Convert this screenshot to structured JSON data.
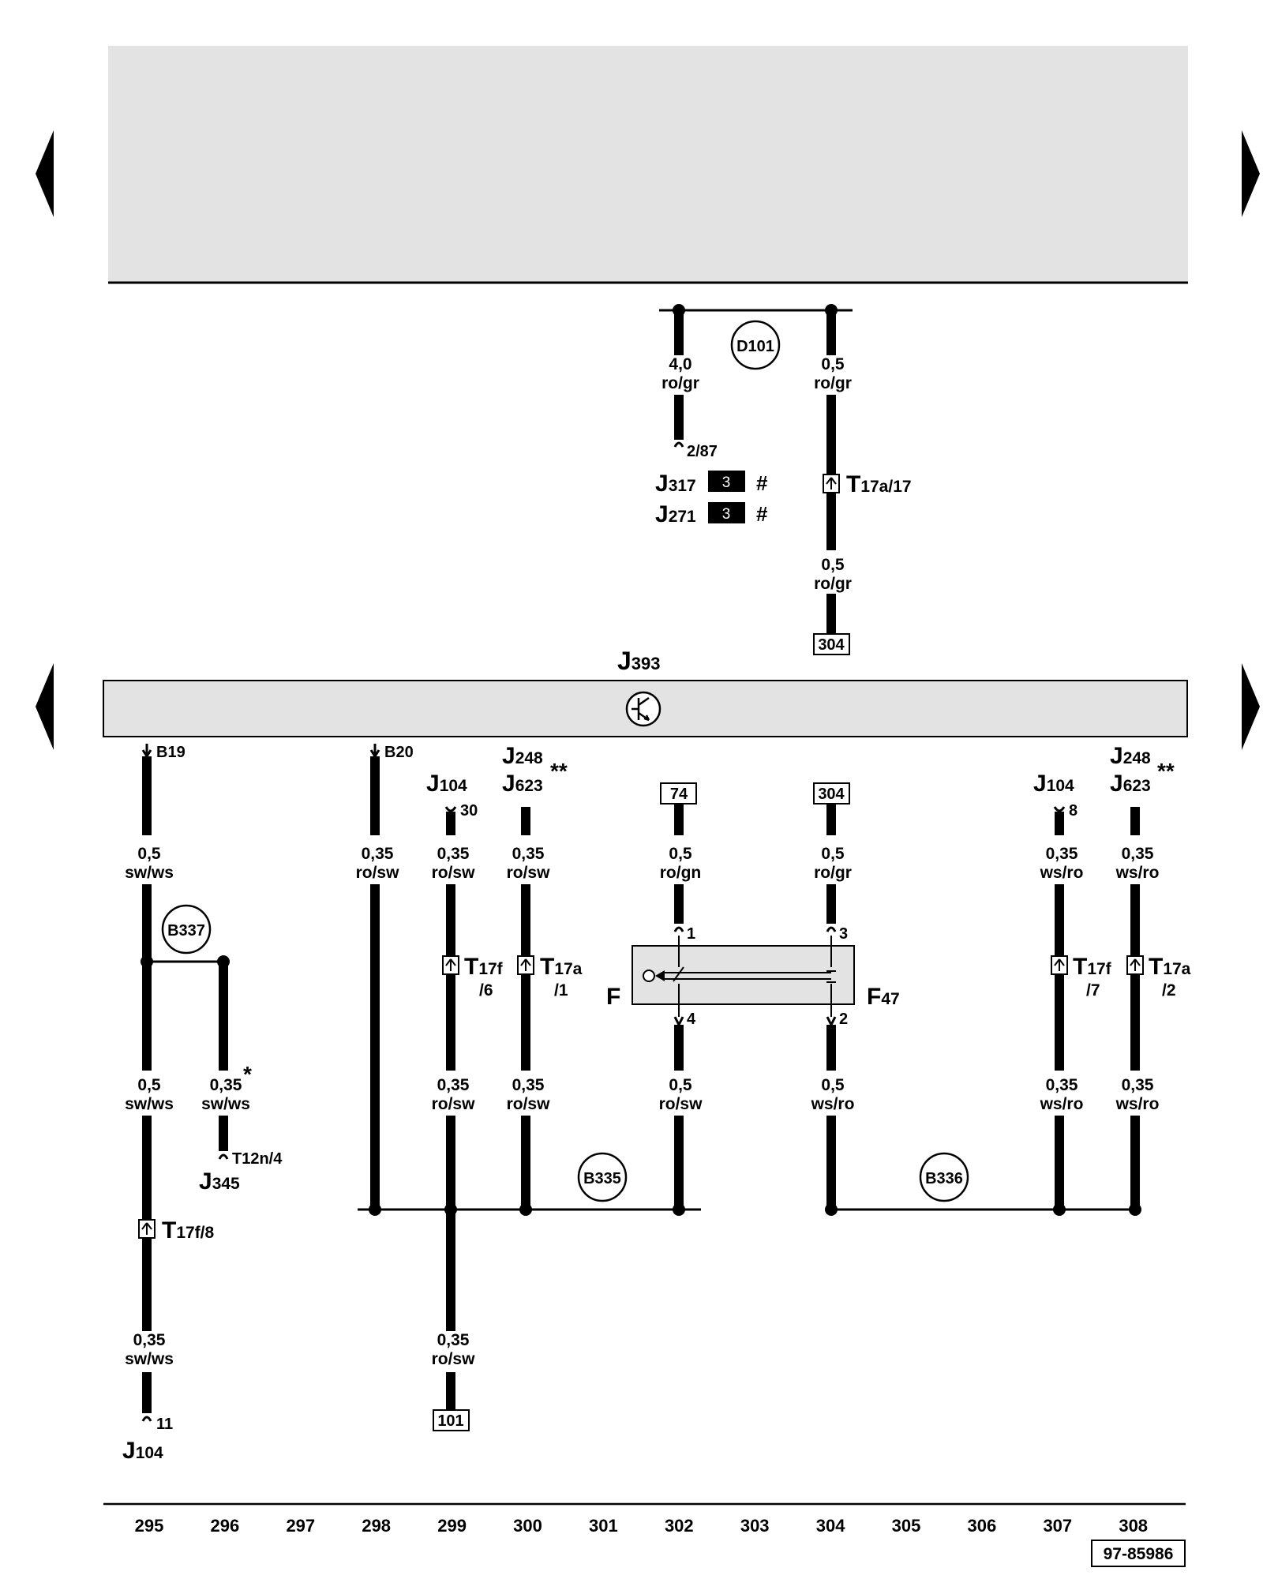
{
  "colors": {
    "panel": "#e3e3e3",
    "ink": "#000000",
    "paper": "#ffffff"
  },
  "navigation": {
    "top_left": "arrow-left-icon",
    "top_right": "arrow-right-icon",
    "mid_left": "arrow-left-icon",
    "mid_right": "arrow-right-icon"
  },
  "diagram_id": "97-85986",
  "control_unit": {
    "main": "J",
    "sub": "393"
  },
  "ground_points": [
    "D101",
    "B337",
    "B335",
    "B336"
  ],
  "components": {
    "j317": {
      "main": "J",
      "sub": "317",
      "badge": "3",
      "mark": "#"
    },
    "j271": {
      "main": "J",
      "sub": "271",
      "badge": "3",
      "mark": "#"
    },
    "j345": {
      "main": "J",
      "sub": "345"
    },
    "j104_bottom": {
      "main": "J",
      "sub": "104"
    },
    "j104_a": {
      "main": "J",
      "sub": "104"
    },
    "j104_b": {
      "main": "J",
      "sub": "104"
    },
    "j248_a": {
      "main": "J",
      "sub": "248",
      "stars": "**"
    },
    "j623_a": {
      "main": "J",
      "sub": "623"
    },
    "j248_b": {
      "main": "J",
      "sub": "248",
      "stars": "**"
    },
    "j623_b": {
      "main": "J",
      "sub": "623"
    },
    "switch_f": "F",
    "switch_f47": {
      "main": "F",
      "sub": "47"
    }
  },
  "pins": {
    "p287": "2/87",
    "b19": "B19",
    "b20": "B20",
    "p30": "30",
    "p8": "8",
    "p11": "11",
    "t12n4": "T12n/4",
    "sw1": "1",
    "sw3": "3",
    "sw4": "4",
    "sw2": "2"
  },
  "connectors": {
    "t17a17": {
      "main": "T",
      "sub": "17a/17"
    },
    "t17f8": {
      "main": "T",
      "sub": "17f/8"
    },
    "t17f6": {
      "main": "T",
      "sub": "17f",
      "sub2": "/6"
    },
    "t17a1": {
      "main": "T",
      "sub": "17a",
      "sub2": "/1"
    },
    "t17f7": {
      "main": "T",
      "sub": "17f",
      "sub2": "/7"
    },
    "t17a2": {
      "main": "T",
      "sub": "17a",
      "sub2": "/2"
    }
  },
  "refs": {
    "r304_top": "304",
    "r74": "74",
    "r304_mid": "304",
    "r101": "101"
  },
  "wires": {
    "w1": {
      "size": "4,0",
      "color": "ro/gr"
    },
    "w2": {
      "size": "0,5",
      "color": "ro/gr"
    },
    "w3": {
      "size": "0,5",
      "color": "ro/gr"
    },
    "w4": {
      "size": "0,5",
      "color": "sw/ws"
    },
    "w5": {
      "size": "0,35",
      "color": "ro/sw"
    },
    "w6": {
      "size": "0,35",
      "color": "ro/sw"
    },
    "w7": {
      "size": "0,35",
      "color": "ro/sw"
    },
    "w8": {
      "size": "0,5",
      "color": "ro/gn"
    },
    "w9": {
      "size": "0,5",
      "color": "ro/gr"
    },
    "w10": {
      "size": "0,35",
      "color": "ws/ro"
    },
    "w11": {
      "size": "0,35",
      "color": "ws/ro"
    },
    "w12": {
      "size": "0,5",
      "color": "sw/ws"
    },
    "w13": {
      "size": "0,35",
      "color": "sw/ws",
      "mark": "*"
    },
    "w14": {
      "size": "0,35",
      "color": "ro/sw"
    },
    "w15": {
      "size": "0,35",
      "color": "ro/sw"
    },
    "w16": {
      "size": "0,5",
      "color": "ro/sw"
    },
    "w17": {
      "size": "0,5",
      "color": "ws/ro"
    },
    "w18": {
      "size": "0,35",
      "color": "ws/ro"
    },
    "w19": {
      "size": "0,35",
      "color": "ws/ro"
    },
    "w20": {
      "size": "0,35",
      "color": "sw/ws"
    },
    "w21": {
      "size": "0,35",
      "color": "ro/sw"
    }
  },
  "current_paths": [
    "295",
    "296",
    "297",
    "298",
    "299",
    "300",
    "301",
    "302",
    "303",
    "304",
    "305",
    "306",
    "307",
    "308"
  ]
}
